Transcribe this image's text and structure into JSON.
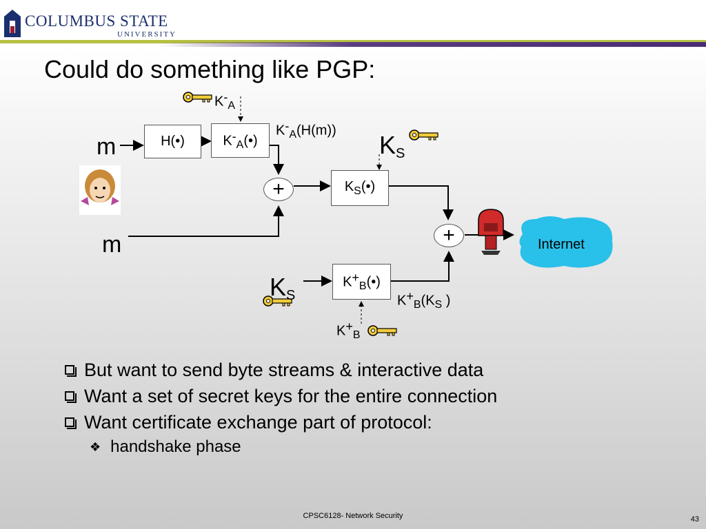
{
  "header": {
    "logo_title": "COLUMBUS STATE",
    "logo_subtitle": "UNIVERSITY"
  },
  "slide": {
    "title": "Could do something like PGP:",
    "bullets": [
      "But want to send byte streams & interactive data",
      "Want a set of secret keys for the entire connection",
      "Want certificate exchange part of protocol:"
    ],
    "sub_bullets": [
      "handshake phase"
    ]
  },
  "diagram": {
    "m_top": "m",
    "m_bottom": "m",
    "hash_box": "H(•)",
    "sign_box_k": "K",
    "sign_box_sup": "-",
    "sign_box_sub": "A",
    "sign_box_arg": "(•)",
    "key_ka_k": "K",
    "key_ka_sup": "-",
    "key_ka_sub": "A",
    "signed_hash_k": "K",
    "signed_hash_sup": "-",
    "signed_hash_sub": "A",
    "signed_hash_arg": "(H(m))",
    "plus1": "+",
    "plus2": "+",
    "ks_box_k": "K",
    "ks_box_sub": "S",
    "ks_box_arg": "(•)",
    "ks_big_k": "K",
    "ks_big_sub": "S",
    "kb_box_k": "K",
    "kb_box_sup": "+",
    "kb_box_sub": "B",
    "kb_box_arg": "(•)",
    "ks_left_k": "K",
    "ks_left_sub": "S",
    "kb_ks_k": "K",
    "kb_ks_sup": "+",
    "kb_ks_sub": "B",
    "kb_ks_arg_open": "(K",
    "kb_ks_arg_sub": "S",
    "kb_ks_arg_close": " )",
    "kb_key_k": "K",
    "kb_key_sup": "+",
    "kb_key_sub": "B",
    "internet": "Internet"
  },
  "footer": {
    "course": "CPSC6128- Network Security",
    "page": "43"
  }
}
